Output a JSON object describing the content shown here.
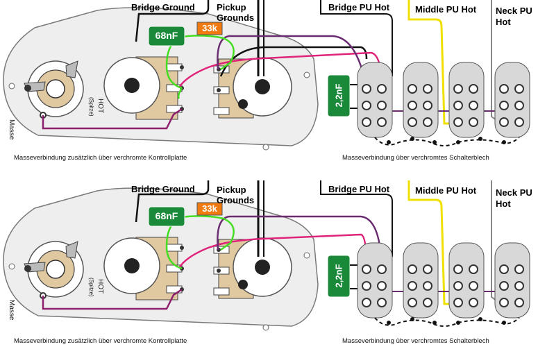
{
  "labels": {
    "bridge_ground": "Bridge Ground",
    "pickup_grounds_line1": "Pickup",
    "pickup_grounds_line2": "Grounds",
    "bridge_pu_hot": "Bridge PU Hot",
    "middle_pu_hot": "Middle PU Hot",
    "neck_pu_hot_line1": "Neck PU",
    "neck_pu_hot_line2": "Hot",
    "masse": "Masse",
    "hot": "HOT",
    "spitze": "(Spitze)",
    "cap_68nf": "68nF",
    "res_33k": "33k",
    "cap_22nf": "2,2nF",
    "note_plate": "Masseverbindung zusätzlich über verchromte Kontrollplatte",
    "note_switch": "Masseverbindung über verchromtes Schalterblech"
  },
  "colors": {
    "green_wire": "#44dd22",
    "magenta_wire": "#e0237a",
    "purple_wire": "#6a2c70",
    "yellow_wire": "#f0e000",
    "cap_green": "#1a8a3a",
    "res_orange": "#f07a10",
    "pot_body": "#e0c8a0",
    "plate_fill": "#efefef"
  }
}
